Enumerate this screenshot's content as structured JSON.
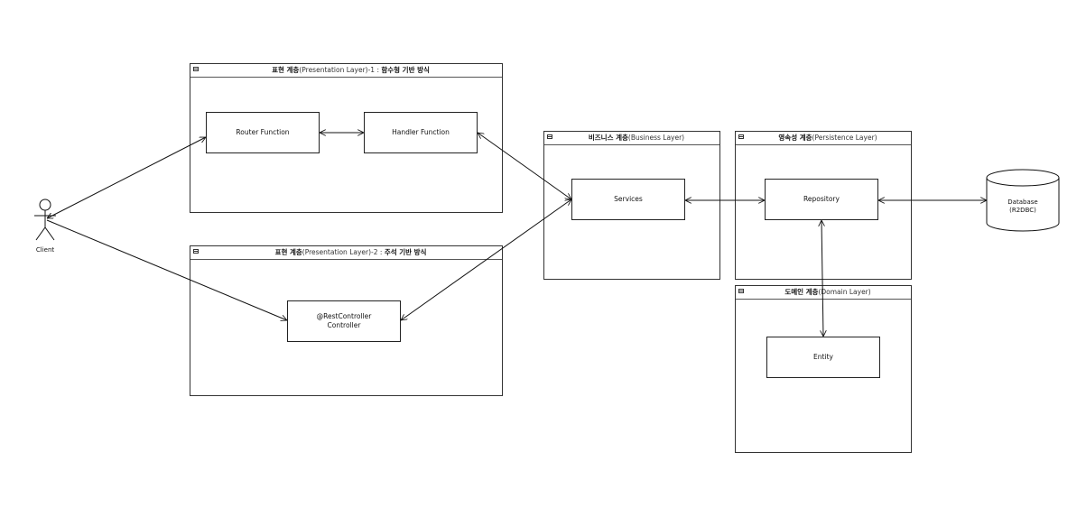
{
  "actor": {
    "label": "Client"
  },
  "packages": {
    "presentation_functional": {
      "title_ko": "표현 계층",
      "title_en": "(Presentation Layer)-1 :",
      "title_suffix": "함수형 기반 방식"
    },
    "presentation_annotation": {
      "title_ko": "표현 계층",
      "title_en": "(Presentation Layer)-2 :",
      "title_suffix": "주석 기반 방식"
    },
    "business": {
      "title_ko": "비즈니스 계층",
      "title_en": "(Business Layer)",
      "title_suffix": ""
    },
    "persistence": {
      "title_ko": "영속성 계층",
      "title_en": "(Persistence Layer)",
      "title_suffix": ""
    },
    "domain": {
      "title_ko": "도메인 계층",
      "title_en": "(Domain Layer)",
      "title_suffix": ""
    }
  },
  "components": {
    "router_function": "Router Function",
    "handler_function": "Handler Function",
    "rest_controller": "@RestController\nController",
    "services": "Services",
    "repository": "Repository",
    "entity": "Entity"
  },
  "database": {
    "label": "Database\n(R2DBC)"
  },
  "colors": {
    "line": "#111111",
    "border": "#333333"
  }
}
